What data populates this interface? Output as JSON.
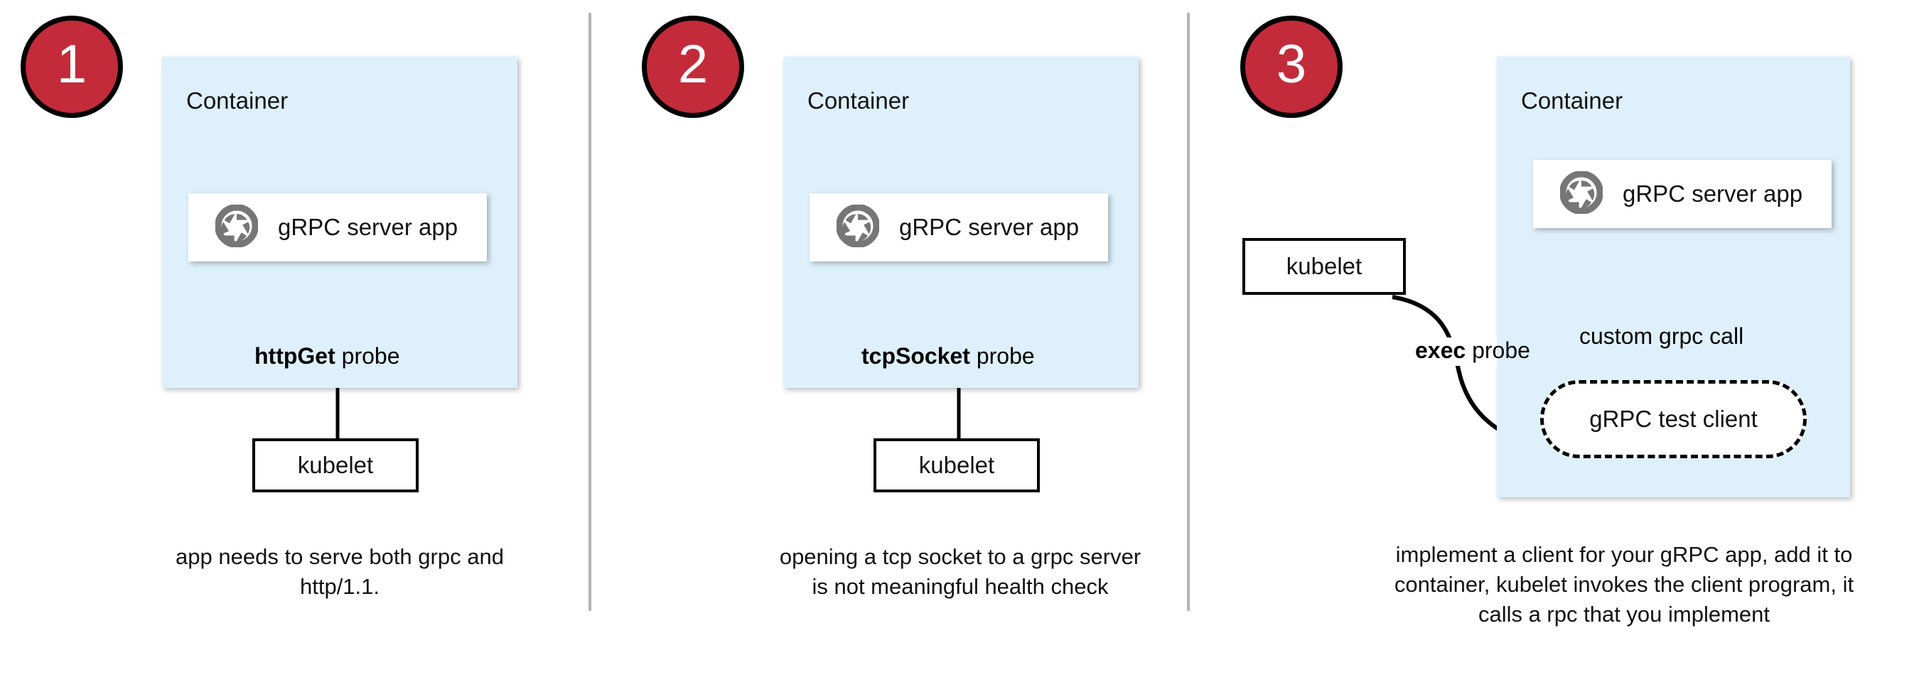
{
  "diagram": {
    "title": "Kubernetes gRPC health-probe approaches",
    "colors": {
      "badge_fill": "#C42B3A",
      "badge_border": "#000000",
      "container_fill": "#DEF0FB",
      "card_fill": "#FFFFFF",
      "stroke": "#000000",
      "divider": "#B3B3B3",
      "icon_gray": "#767676"
    },
    "panels": [
      {
        "number": "1",
        "container_label": "Container",
        "app_label": "gRPC server app",
        "app_icon": "grpc-aperture-icon",
        "probe_label_bold": "httpGet",
        "probe_label_rest": " probe",
        "source_node": "kubelet",
        "caption": "app needs to serve both grpc and http/1.1."
      },
      {
        "number": "2",
        "container_label": "Container",
        "app_label": "gRPC server app",
        "app_icon": "grpc-aperture-icon",
        "probe_label_bold": "tcpSocket",
        "probe_label_rest": " probe",
        "source_node": "kubelet",
        "caption": "opening a tcp socket to a grpc server is not meaningful health check"
      },
      {
        "number": "3",
        "container_label": "Container",
        "app_label": "gRPC server app",
        "app_icon": "grpc-aperture-icon",
        "probe_label_bold": "exec",
        "probe_label_rest": " probe",
        "source_node": "kubelet",
        "test_client_label": "gRPC test client",
        "inner_call_label": "custom grpc call",
        "caption": "implement a client for your gRPC app, add it to container, kubelet invokes the client program, it calls a rpc that you implement"
      }
    ]
  }
}
